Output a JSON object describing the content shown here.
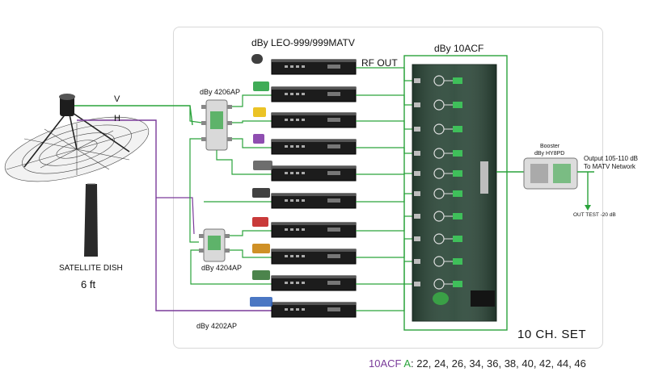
{
  "header": {
    "receiver_model": "dBy LEO-999/999MATV",
    "combiner_model": "dBy 10ACF",
    "rf_out": "RF OUT"
  },
  "splitters": {
    "top": "dBy 4206AP",
    "middle": "dBy 4204AP",
    "bottom": "dBy 4202AP"
  },
  "dish": {
    "label": "SATELLITE DISH",
    "size": "6 ft",
    "pol_v": "V",
    "pol_h": "H"
  },
  "booster": {
    "title": "Booster",
    "model": "dBy HY8PD",
    "output_line1": "Output 105-110 dB",
    "output_line2": "To MATV Network",
    "test": "OUT TEST -20 dB"
  },
  "set_label": "10 CH. SET",
  "footer": {
    "model": "10ACF",
    "group": "A",
    "channels": ": 22, 24, 26, 34, 36, 38, 40, 42, 44, 46"
  },
  "channel_logos": [
    "ch3-logo",
    "ch5-logo",
    "ch7-logo",
    "ch9-logo",
    "true-logo",
    "news-logo",
    "mix-logo",
    "bee-logo",
    "green-logo",
    "mcot-logo"
  ],
  "colors": {
    "v_line": "#2aa33b",
    "h_line": "#7a3b9a",
    "combiner_body": "#2f4a3c",
    "frame_border": "#d8d8d8"
  }
}
